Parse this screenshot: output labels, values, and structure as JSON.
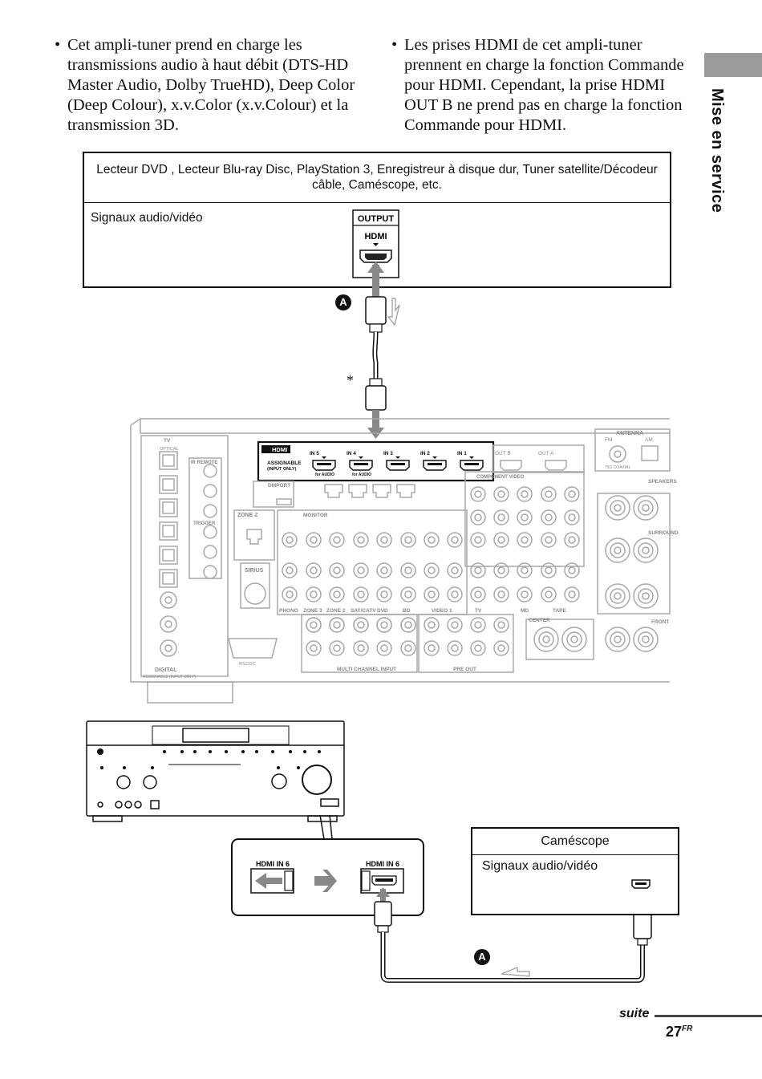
{
  "bullets_left": {
    "marker": "•",
    "text": "Cet ampli-tuner prend en charge les transmissions audio à haut débit (DTS-HD Master Audio, Dolby TrueHD), Deep Color (Deep Colour), x.v.Color (x.v.Colour) et la transmission 3D."
  },
  "bullets_right": {
    "marker": "•",
    "text": "Les prises HDMI de cet ampli-tuner prennent en charge la fonction Commande pour HDMI. Cependant, la prise HDMI OUT B ne prend pas en charge la fonction Commande pour HDMI."
  },
  "side_label": "Mise en service",
  "source_device": {
    "title": "Lecteur DVD , Lecteur Blu-ray Disc, PlayStation 3, Enregistreur à disque dur, Tuner satellite/Décodeur câble, Caméscope, etc.",
    "signal": "Signaux audio/vidéo",
    "port_label": "OUTPUT",
    "port_name": "HDMI"
  },
  "cable_marker": "A",
  "asterisk": "*",
  "receiver_panel": {
    "hdmi_label": "HDMI",
    "assignable": "ASSIGNABLE",
    "input_only": "(INPUT ONLY)",
    "hdmi_inputs": [
      "IN 5",
      "IN 4",
      "IN 3",
      "IN 2",
      "IN 1"
    ],
    "for_audio": "for AUDIO",
    "out_b": "OUT B",
    "out_a": "OUT A",
    "antenna": "ANTENNA",
    "fm": "FM",
    "am": "AM",
    "coaxial": "75Ω COAXIAL",
    "tv": "TV",
    "optical": "OPTICAL",
    "ir_remote": "IR REMOTE",
    "dmport": "DMPORT",
    "zone2": "ZONE 2",
    "monitor": "MONITOR",
    "trigger": "TRIGGER",
    "sirius": "SIRIUS",
    "component_video": "COMPONENT VIDEO",
    "speakers": "SPEAKERS",
    "digital": "DIGITAL",
    "assignable_input_only": "ASSIGNABLE (INPUT ONLY)",
    "rs232c": "RS232C",
    "multi_channel_input": "MULTI CHANNEL INPUT",
    "pre_out": "PRE OUT",
    "bottom_labels": [
      "PHONO",
      "ZONE 3",
      "ZONE 2",
      "SAT/CATV",
      "DVD",
      "BD",
      "VIDEO 1",
      "TV",
      "MD",
      "TAPE"
    ],
    "front": "FRONT",
    "center": "CENTER",
    "surround": "SURROUND"
  },
  "zoom_panel": {
    "left_label": "HDMI IN 6",
    "right_label": "HDMI IN 6"
  },
  "camcorder": {
    "title": "Caméscope",
    "signal": "Signaux audio/vidéo"
  },
  "footer": {
    "suite": "suite",
    "page_number": "27",
    "page_suffix": "FR"
  }
}
